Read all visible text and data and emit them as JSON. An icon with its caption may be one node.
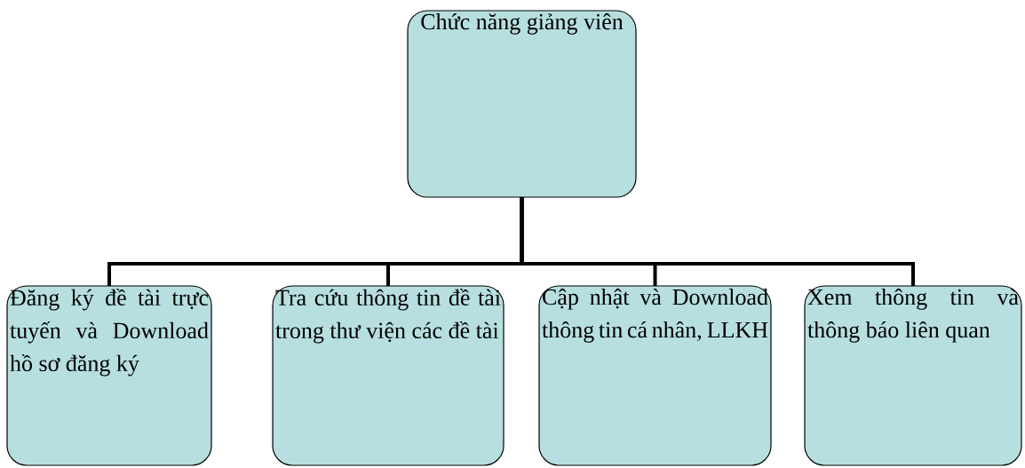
{
  "diagram": {
    "nodes": [
      {
        "text": [
          "Chức năng giảng viên"
        ]
      },
      {
        "text": [
          "Đăng ký đề tài trực tuyến và Download hồ sơ đăng ký"
        ]
      },
      {
        "text": [
          "Tra cứu thông tin đề tài trong thư viện các đề tài"
        ]
      },
      {
        "text": [
          "Cập nhật và Download thông tin cá nhân, LLKH"
        ]
      },
      {
        "text": [
          "Xem thông tin và thông báo liên quan"
        ]
      }
    ],
    "edges": [
      {
        "from": 0,
        "to": 1,
        "arrow": "none"
      },
      {
        "from": 0,
        "to": 2,
        "arrow": "none"
      },
      {
        "from": 0,
        "to": 3,
        "arrow": "none"
      },
      {
        "from": 0,
        "to": 4,
        "arrow": "none"
      }
    ]
  }
}
